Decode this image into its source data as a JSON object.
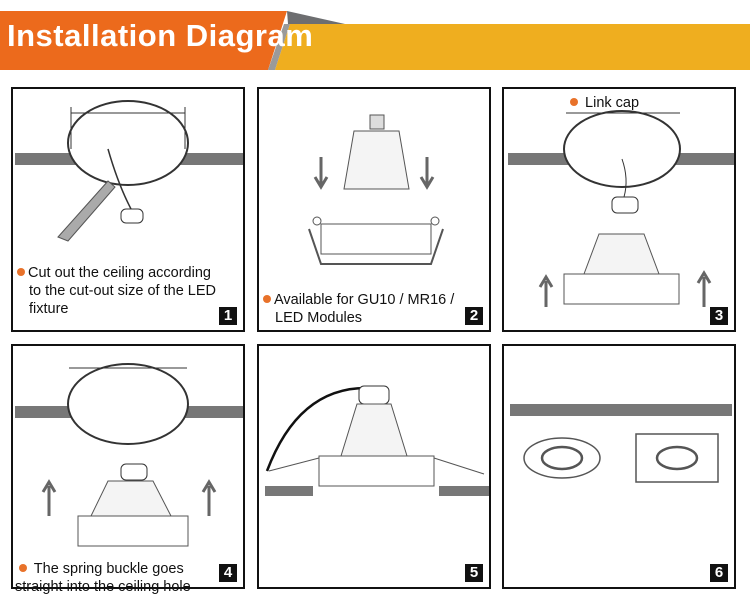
{
  "header": {
    "title": "Installation Diagram",
    "colors": {
      "orange": "#ec6a1c",
      "yellow": "#efae1f",
      "gray": "#77787a"
    }
  },
  "steps": [
    {
      "number": "1",
      "caption_lines": [
        "Cut out the ceiling according",
        "to the cut-out size of the LED",
        "fixture"
      ]
    },
    {
      "number": "2",
      "caption_lines": [
        "Available for GU10 / MR16 /",
        "LED Modules"
      ]
    },
    {
      "number": "3",
      "label": "Link cap"
    },
    {
      "number": "4",
      "caption_lines": [
        "The spring buckle goes",
        "straight into the ceiling hole"
      ]
    },
    {
      "number": "5"
    },
    {
      "number": "6"
    }
  ]
}
